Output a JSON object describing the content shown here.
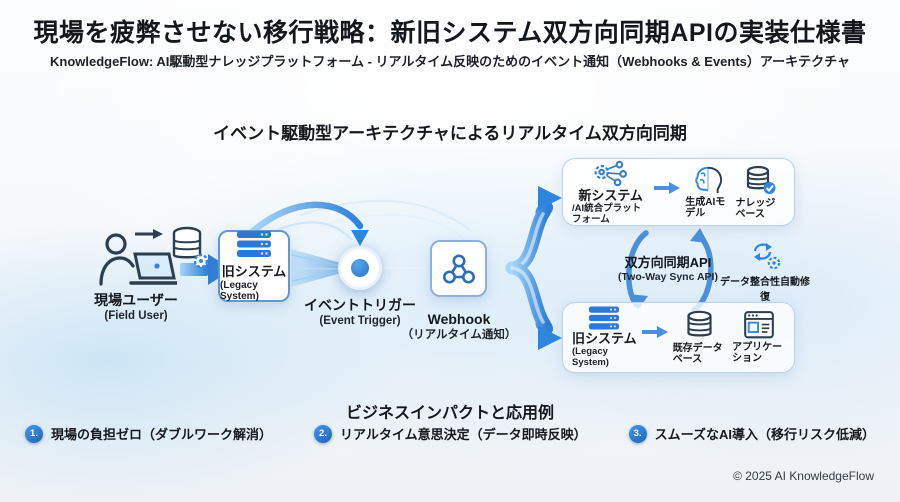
{
  "header": {
    "title": "現場を疲弊させない移行戦略：新旧システム双方向同期APIの実装仕様書",
    "subtitle": "KnowledgeFlow: AI駆動型ナレッジプラットフォーム - リアルタイム反映のためのイベント通知（Webhooks & Events）アーキテクチャ"
  },
  "diagram": {
    "title": "イベント駆動型アーキテクチャによるリアルタイム双方向同期",
    "nodes": {
      "field_user": {
        "label": "現場ユーザー",
        "sublabel": "(Field User)",
        "icon": "user-laptop-icon"
      },
      "source_db": {
        "icon": "database-gear-icon"
      },
      "legacy_source": {
        "label": "旧システム",
        "sublabel": "(Legacy System)",
        "icon": "server-icon"
      },
      "event_trigger": {
        "label": "イベントトリガー",
        "sublabel": "(Event Trigger)",
        "icon": "trigger-dot-icon"
      },
      "webhook": {
        "label": "Webhook",
        "sublabel": "（リアルタイム通知）",
        "icon": "webhook-icon"
      },
      "new_system": {
        "label": "新システム",
        "sublabel": "/AI統合プラットフォーム",
        "icon": "ai-gear-network-icon"
      },
      "gen_ai_model": {
        "label": "生成AIモデル",
        "icon": "brain-head-icon"
      },
      "knowledge_base": {
        "label": "ナレッジベース",
        "icon": "database-check-icon"
      },
      "sync_api": {
        "label": "双方向同期API",
        "sublabel": "(Two-Way Sync API)"
      },
      "data_integrity": {
        "label": "データ整合性自動修復",
        "icon": "sync-gear-icon"
      },
      "legacy_target": {
        "label": "旧システム",
        "sublabel": "(Legacy System)",
        "icon": "server-icon"
      },
      "existing_db": {
        "label": "既存データベース",
        "icon": "database-icon"
      },
      "application": {
        "label": "アプリケーション",
        "icon": "app-window-icon"
      }
    }
  },
  "impact": {
    "title": "ビジネスインパクトと応用例",
    "items": [
      {
        "num": "1.",
        "text": "現場の負担ゼロ（ダブルワーク解消）"
      },
      {
        "num": "2.",
        "text": "リアルタイム意思決定（データ即時反映）"
      },
      {
        "num": "3.",
        "text": "スムーズなAI導入（移行リスク低減）"
      }
    ]
  },
  "footer": {
    "copyright": "© 2025 AI KnowledgeFlow"
  },
  "colors": {
    "accent_blue": "#2e7fd8",
    "light_blue": "#9fd4f7",
    "text_dark": "#15181d",
    "badge_blue": "#2b7ac9"
  }
}
